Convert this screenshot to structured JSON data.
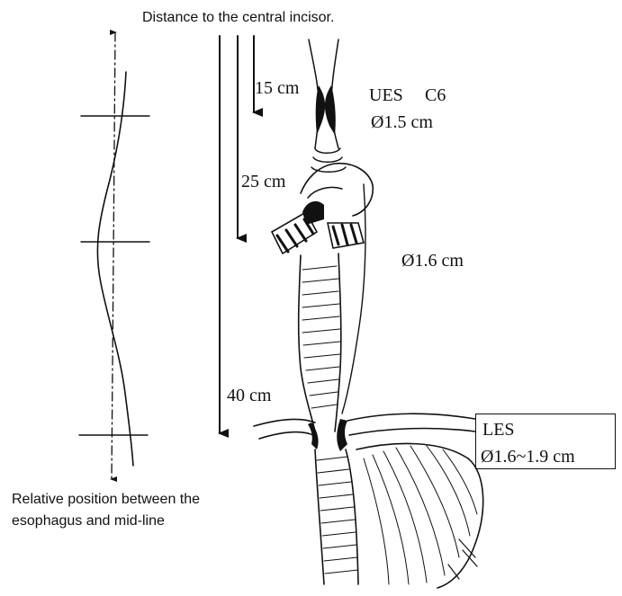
{
  "header": {
    "caption": "Distance to the central incisor."
  },
  "distances": {
    "d15": "15 cm",
    "d25": "25 cm",
    "d40": "40 cm"
  },
  "ues": {
    "label": "UES",
    "level": "C6",
    "diameter": "Ø1.5 cm"
  },
  "mid": {
    "diameter": "Ø1.6 cm"
  },
  "les": {
    "label": "LES",
    "diameter": "Ø1.6~1.9 cm"
  },
  "footer": {
    "line1": "Relative position between the",
    "line2": "esophagus and mid-line"
  }
}
